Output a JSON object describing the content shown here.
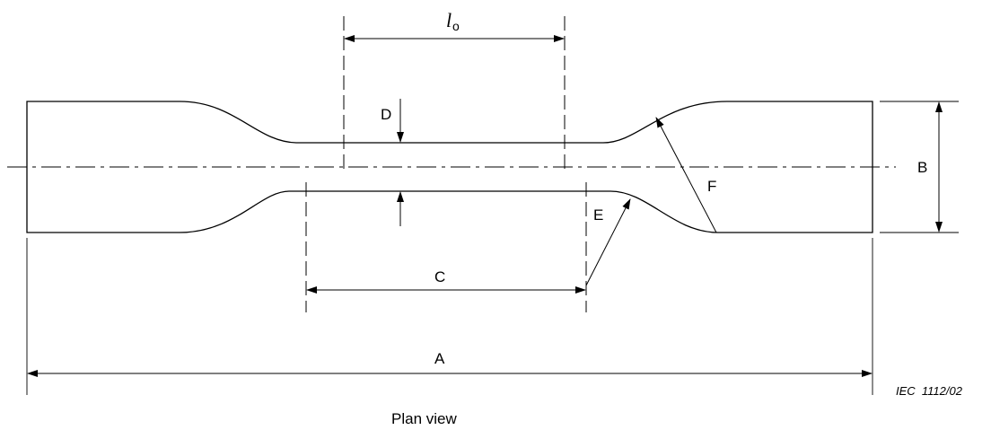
{
  "diagram": {
    "labels": {
      "gauge_length_base": "l",
      "gauge_length_sub": "o",
      "overall_length": "A",
      "end_width": "B",
      "narrow_length": "C",
      "narrow_width": "D",
      "small_radius": "E",
      "large_radius": "F"
    },
    "caption": "Plan view",
    "figure_ref": "IEC  1112/02"
  }
}
